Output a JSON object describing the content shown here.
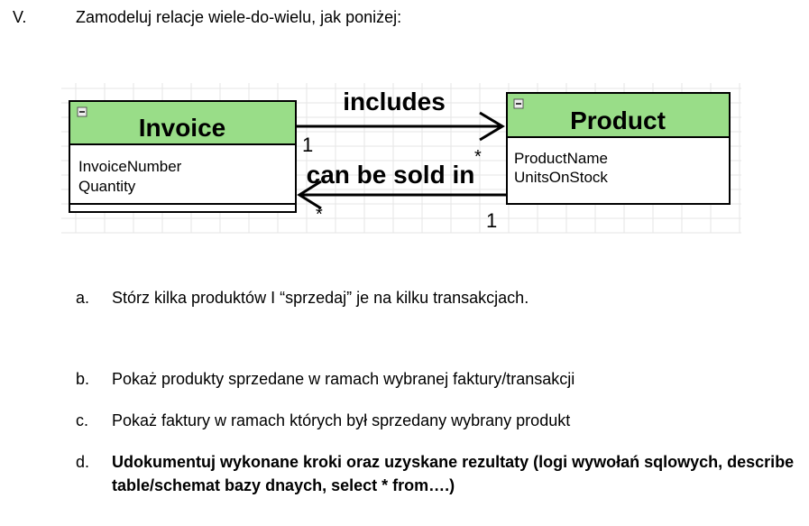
{
  "section": {
    "number": "V.",
    "title": "Zamodeluj relacje wiele-do-wielu, jak poniżej:"
  },
  "diagram": {
    "invoice": {
      "name": "Invoice",
      "attributes": [
        "InvoiceNumber",
        "Quantity"
      ]
    },
    "product": {
      "name": "Product",
      "attributes": [
        "ProductName",
        "UnitsOnStock"
      ]
    },
    "relation_includes": {
      "label": "includes",
      "source_multiplicity": "1",
      "target_multiplicity": "*"
    },
    "relation_sold_in": {
      "label": "can be sold in",
      "source_multiplicity": "1",
      "target_multiplicity": "*"
    },
    "collapse_symbol": "−",
    "colors": {
      "class_header": "#99dd88",
      "border": "#000000",
      "grid": "#e6e6e6"
    }
  },
  "tasks": [
    {
      "marker": "a.",
      "text": "Stórz kilka produktów I “sprzedaj” je na kilku transakcjach.",
      "bold": false
    },
    {
      "marker": "b.",
      "text": "Pokaż produkty sprzedane w ramach wybranej faktury/transakcji",
      "bold": false
    },
    {
      "marker": "c.",
      "text": "Pokaż faktury w ramach których był sprzedany wybrany produkt",
      "bold": false
    },
    {
      "marker": "d.",
      "text": "Udokumentuj wykonane kroki oraz uzyskane rezultaty  (logi wywołań sqlowych, describe table/schemat bazy dnaych, select * from….)",
      "bold": true
    }
  ]
}
